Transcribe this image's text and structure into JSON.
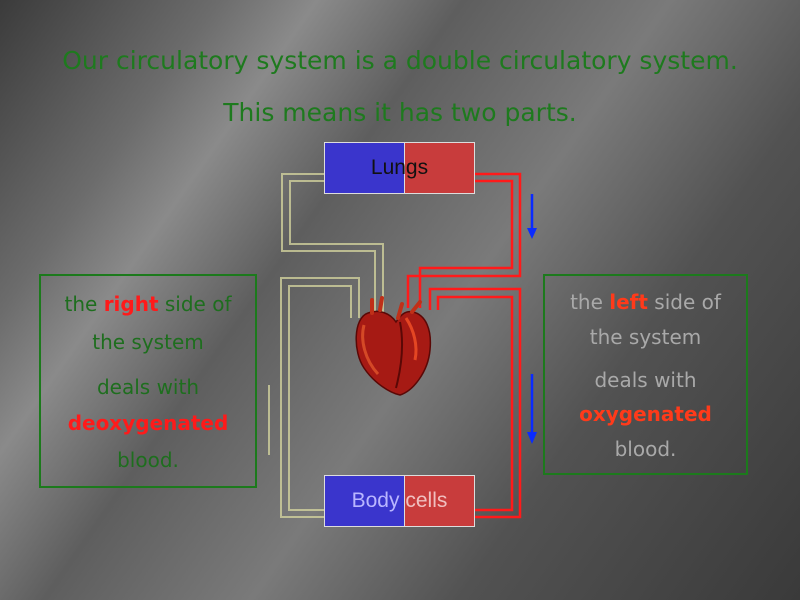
{
  "headline": {
    "line1": "Our circulatory system is a double circulatory system.",
    "line2": "This means it has two parts."
  },
  "lungs": {
    "label": "Lungs"
  },
  "body_cells": {
    "word1": "Body",
    "word2": "cells"
  },
  "left_box": {
    "line1_pre": "the ",
    "line1_highlight": "right",
    "line1_post": " side of",
    "line2": "the system",
    "line3": "deals with",
    "line4_highlight": "deoxygenated",
    "line5": "blood."
  },
  "right_box": {
    "line1_pre": "the ",
    "line1_highlight": "left",
    "line1_post": " side of",
    "line2": "the system",
    "line3": "deals with",
    "line4_highlight": "oxygenated",
    "line5": "blood."
  },
  "colors": {
    "text_green": "#1e7a1e",
    "highlight_red": "#ff1a1a",
    "vessel_red": "#ff1a1a",
    "vessel_pale": "#d8d8a0",
    "arrow_blue": "#0a2bff",
    "lungs_blue": "#3a35cc",
    "lungs_red": "#c83c3c"
  }
}
